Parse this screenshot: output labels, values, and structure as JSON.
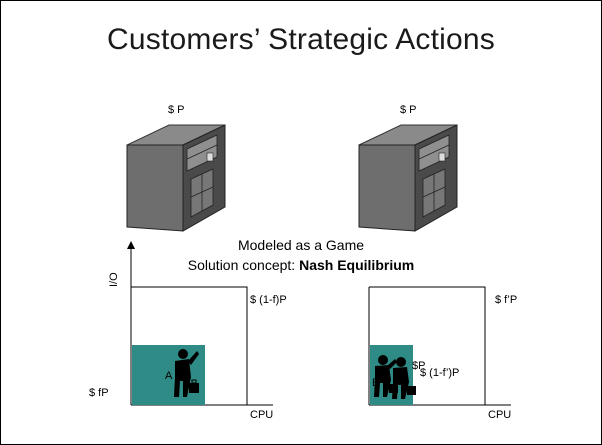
{
  "slide": {
    "title": "Customers’ Strategic Actions",
    "server_left": {
      "price": "$ P"
    },
    "server_right": {
      "price": "$ P"
    },
    "caption_line1": "Modeled as a Game",
    "caption_line2_prefix": "Solution concept: ",
    "caption_line2_bold": "Nash Equilibrium",
    "left_plot": {
      "y_axis_label": "I/O",
      "x_axis_label": "CPU",
      "outer_price": "$ (1-f)P",
      "inner_price": "$ fP",
      "customer_label": "A"
    },
    "right_plot": {
      "x_axis_label": "CPU",
      "outer_price": "$ f’P",
      "inner_price": "$ (1-f’)P",
      "customer_label": "B",
      "overlap_text": "$P"
    },
    "colors": {
      "teal": "#2e8b86"
    },
    "icons": [
      "server-tower-icon",
      "businessman-icon"
    ]
  }
}
